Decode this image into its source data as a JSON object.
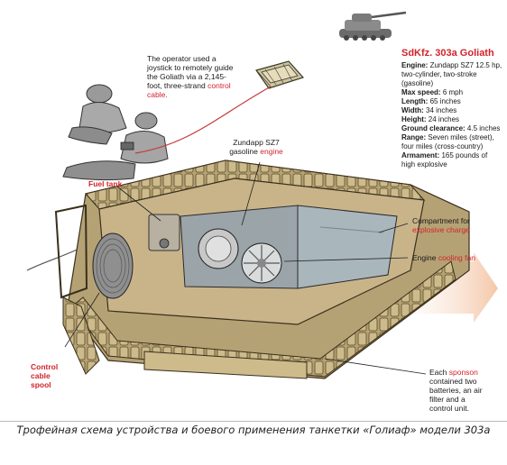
{
  "spec": {
    "title": "SdKfz. 303a Goliath",
    "rows": [
      {
        "k": "Engine:",
        "v": "Zundapp SZ7 12.5 hp, two-cylinder, two-stroke (gasoline)"
      },
      {
        "k": "Max speed:",
        "v": "6 mph"
      },
      {
        "k": "Length:",
        "v": "65 inches"
      },
      {
        "k": "Width:",
        "v": "34 inches"
      },
      {
        "k": "Height:",
        "v": "24 inches"
      },
      {
        "k": "Ground clearance:",
        "v": "4.5 inches"
      },
      {
        "k": "Range:",
        "v": "Seven miles (street), four miles (cross-country)"
      },
      {
        "k": "Armament:",
        "v": "165 pounds of high explosive"
      }
    ]
  },
  "labels": {
    "operator_text": "The operator used a joystick to remotely guide the Goliath via a 2,145-foot, three-strand",
    "operator_red": "control cable.",
    "engine_text": "Zundapp SZ7 gasoline",
    "engine_red": "engine",
    "fuel_tank": "Fuel tank",
    "compartment_text": "Compartment for",
    "compartment_red": "explosive charge",
    "cooling_text": "Engine",
    "cooling_red": "cooling fan",
    "spool": "Control cable spool",
    "sponson_a": "Each",
    "sponson_red": "sponson",
    "sponson_b": "contained two batteries, an air filter and a control unit."
  },
  "caption": "Трофейная схема устройства и боевого применения танкетки «Голиаф» модели 303а",
  "colors": {
    "accent": "#d2232a",
    "hull": "#c9b48a",
    "track": "#b5a274"
  }
}
